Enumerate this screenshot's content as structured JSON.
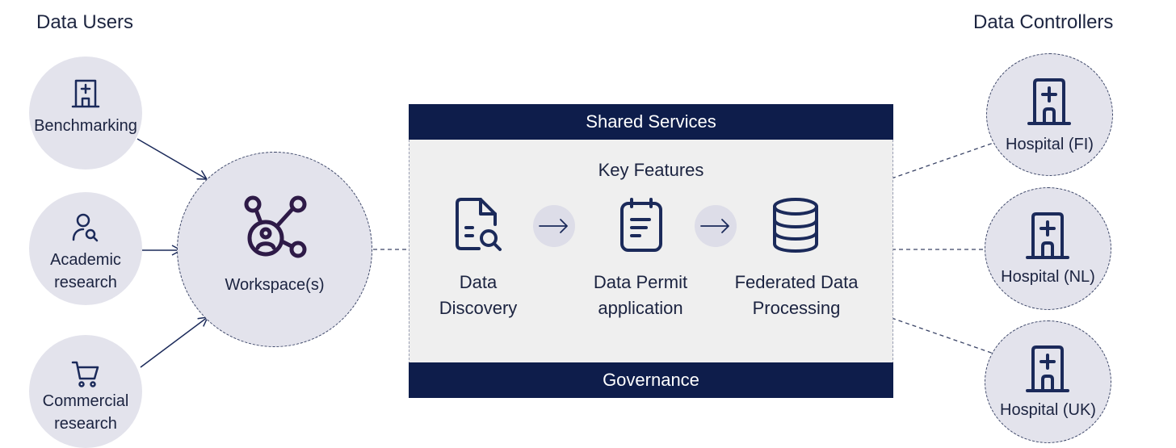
{
  "headings": {
    "left": "Data Users",
    "right": "Data Controllers"
  },
  "users": [
    {
      "label": "Benchmarking",
      "icon": "hospital-icon"
    },
    {
      "label_line1": "Academic",
      "label_line2": "research",
      "icon": "user-search-icon"
    },
    {
      "label_line1": "Commercial",
      "label_line2": "research",
      "icon": "shopping-cart-icon"
    }
  ],
  "workspace": {
    "label": "Workspace(s)",
    "icon": "network-hub-icon"
  },
  "platform": {
    "top_band": "Shared Services",
    "bottom_band": "Governance",
    "features_title": "Key Features",
    "features": [
      {
        "line1": "Data",
        "line2": "Discovery",
        "icon": "document-search-icon"
      },
      {
        "line1": "Data Permit",
        "line2": "application",
        "icon": "clipboard-icon"
      },
      {
        "line1": "Federated Data",
        "line2": "Processing",
        "icon": "database-icon"
      }
    ]
  },
  "controllers": [
    {
      "label": "Hospital (FI)",
      "icon": "hospital-icon"
    },
    {
      "label": "Hospital (NL)",
      "icon": "hospital-icon"
    },
    {
      "label": "Hospital (UK)",
      "icon": "hospital-icon"
    }
  ],
  "colors": {
    "navy": "#0e1d4b",
    "circle_fill": "#e3e3ec",
    "panel_fill": "#efefef",
    "icon_purple": "#2e1a47"
  }
}
